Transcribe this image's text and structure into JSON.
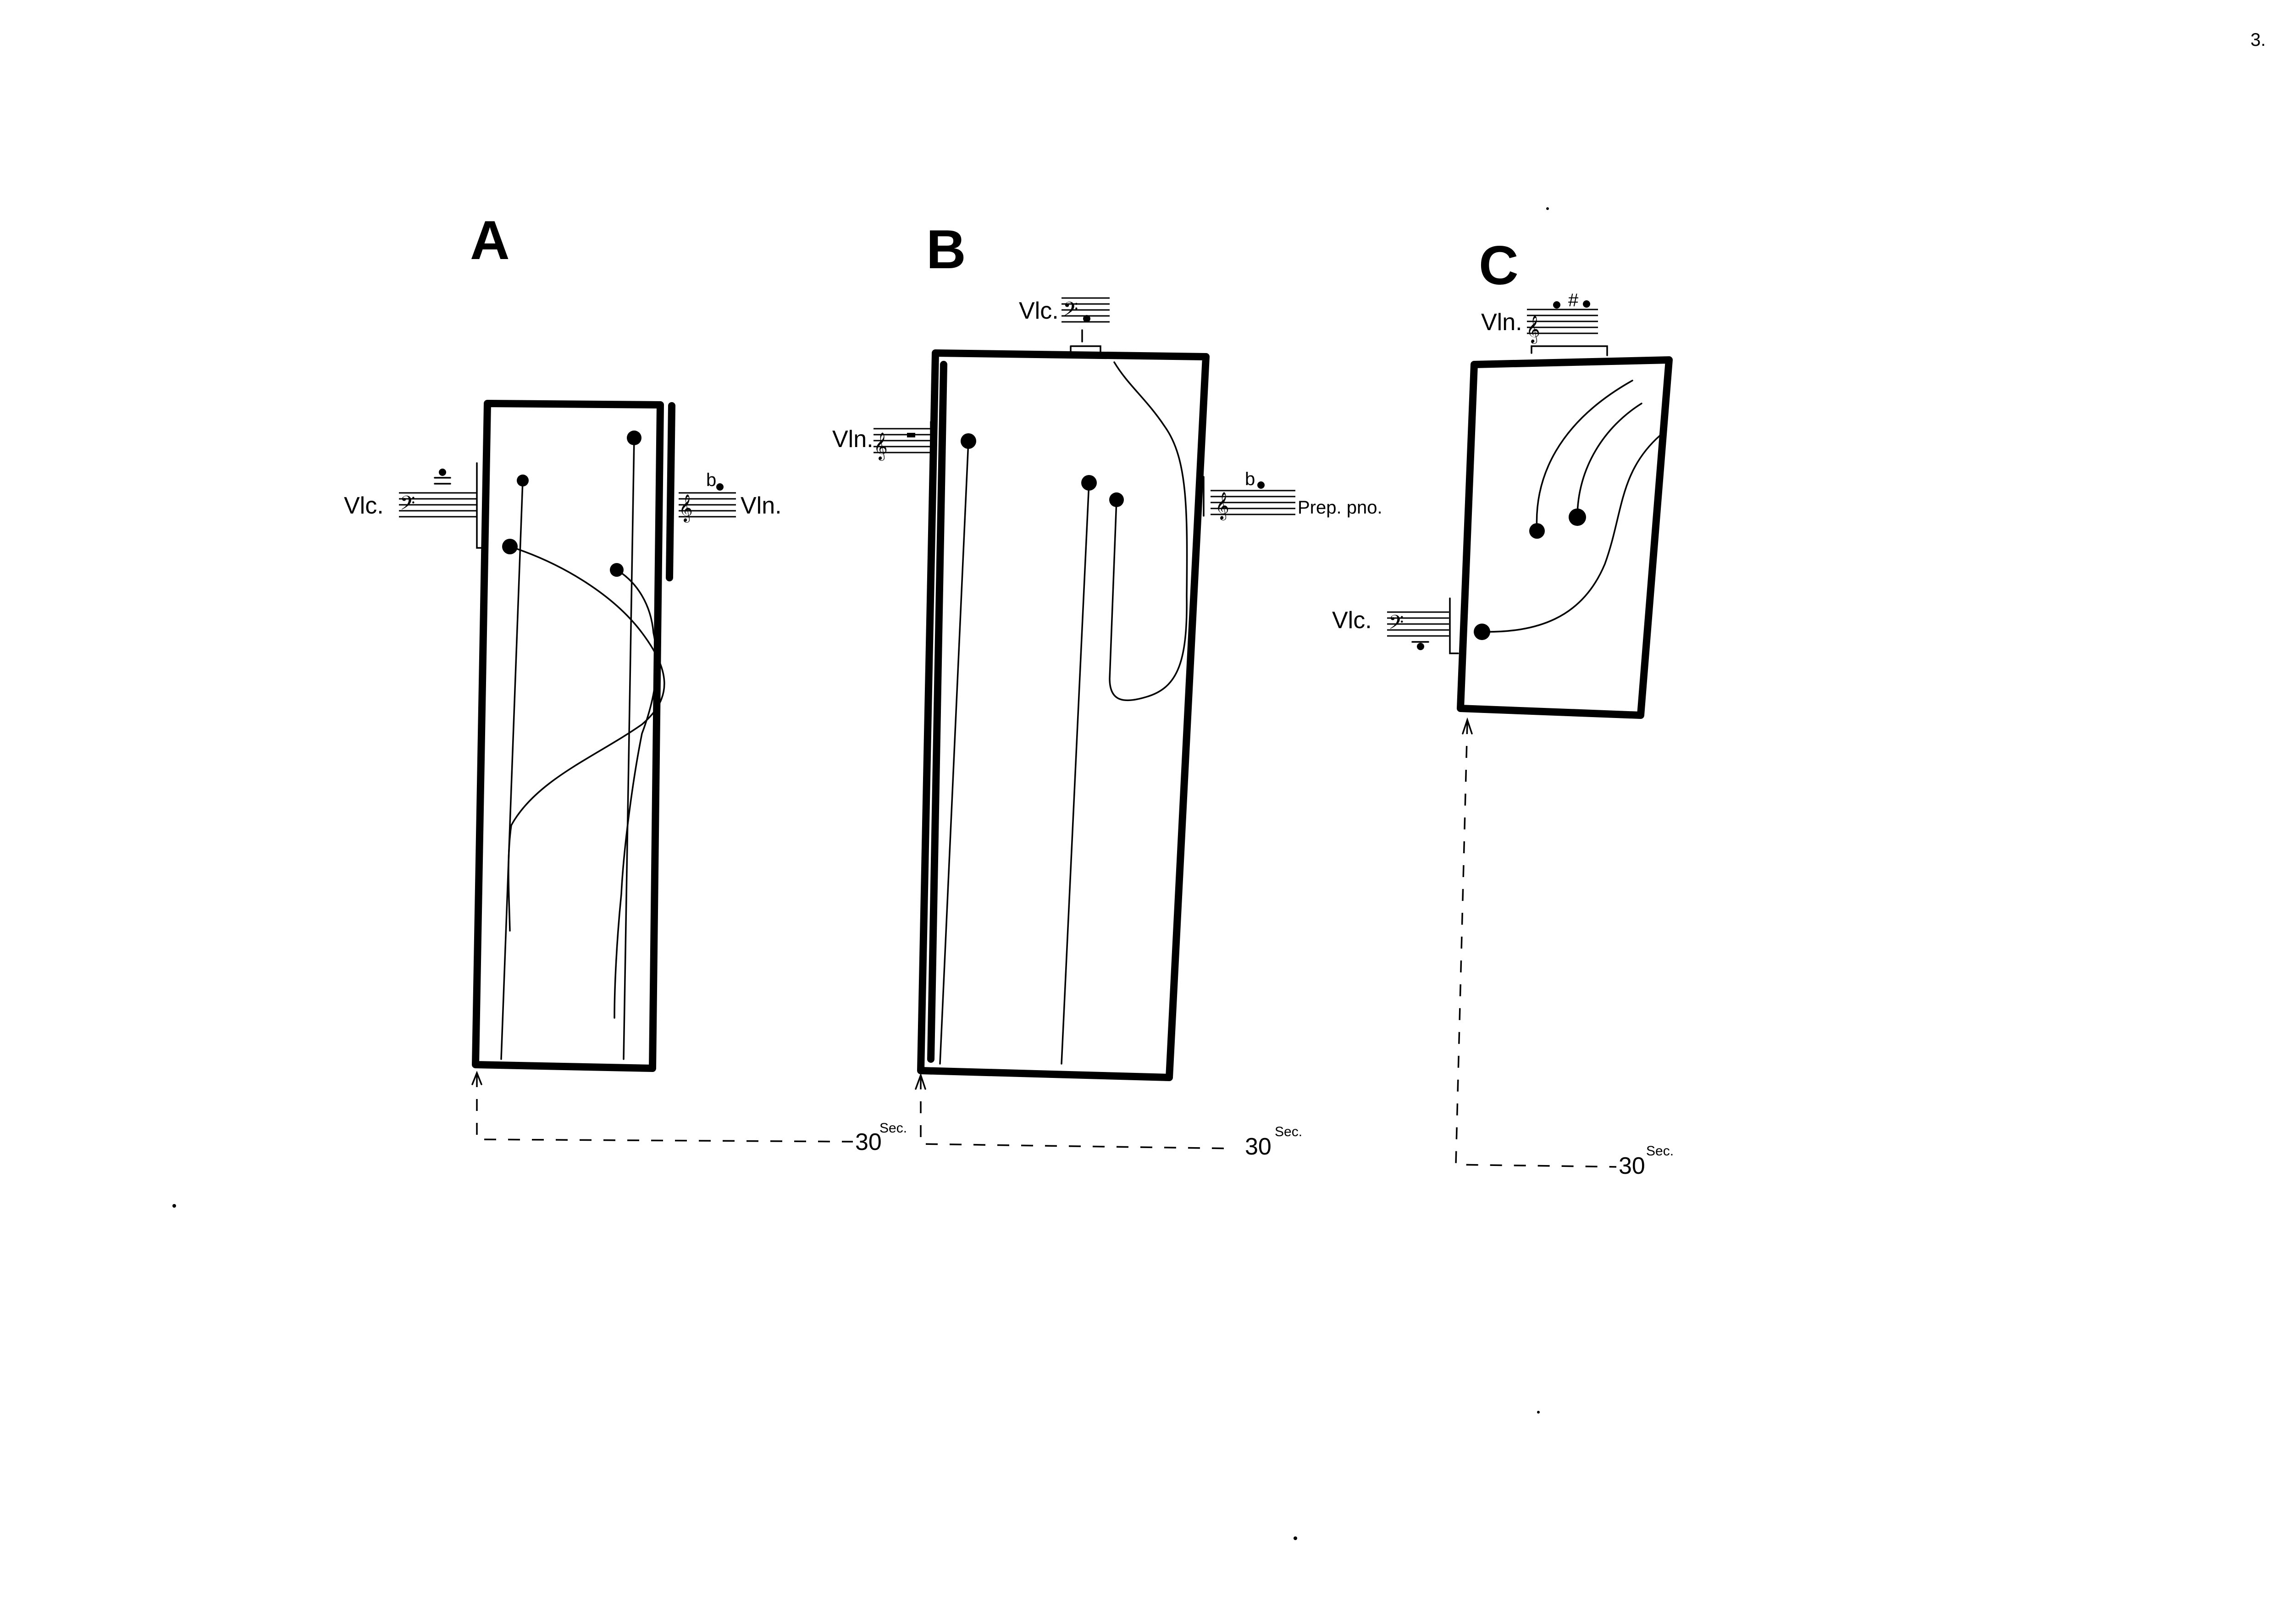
{
  "page": {
    "number": "3."
  },
  "sections": [
    {
      "letter": "A",
      "instruments": {
        "left": "Vlc.",
        "right": "Vln."
      },
      "duration": {
        "value": "30",
        "unit": "Sec."
      }
    },
    {
      "letter": "B",
      "instruments": {
        "top": "Vlc.",
        "left": "Vln.",
        "right": "Prep. pno."
      },
      "duration": {
        "value": "30",
        "unit": "Sec."
      }
    },
    {
      "letter": "C",
      "instruments": {
        "top": "Vln.",
        "left": "Vlc."
      },
      "duration": {
        "value": "30",
        "unit": "Sec."
      }
    }
  ],
  "notation": {
    "flat_sign": "b",
    "sharp_sign": "#"
  }
}
